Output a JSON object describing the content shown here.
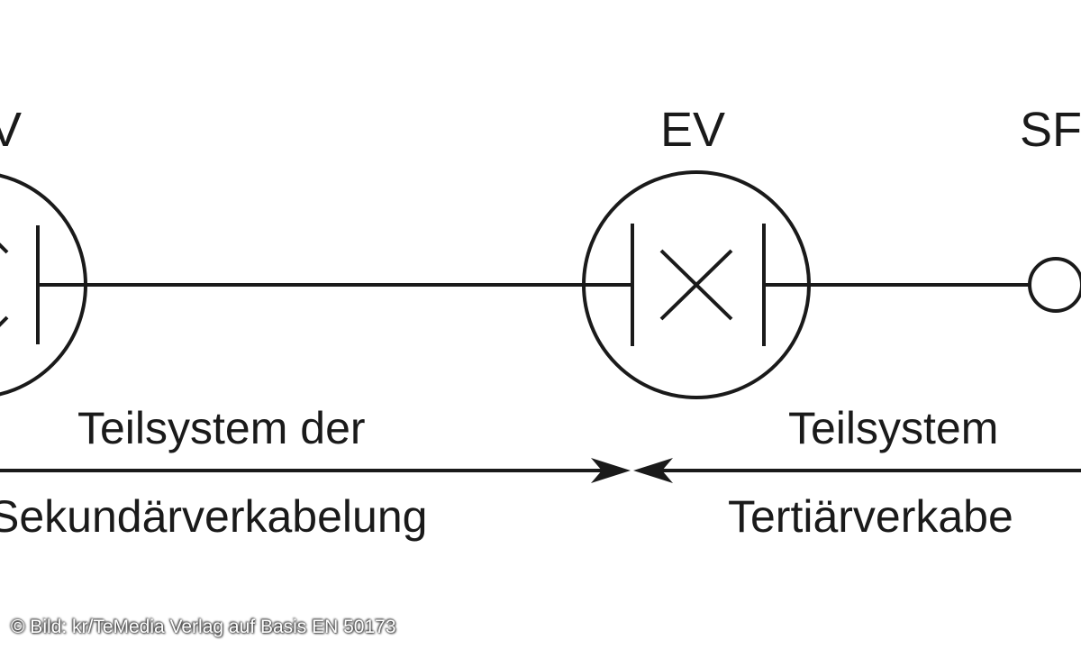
{
  "nodes": {
    "left": {
      "label": "V"
    },
    "middle": {
      "label": "EV"
    },
    "right": {
      "label": "SF"
    }
  },
  "sections": {
    "secondary": {
      "line1": "Teilsystem der",
      "line2": "Sekundärverkabelung"
    },
    "tertiary": {
      "line1": "Teilsystem",
      "line2": "Tertiärverkabe"
    }
  },
  "credit": "© Bild: kr/TeMedia Verlag auf Basis EN 50173"
}
